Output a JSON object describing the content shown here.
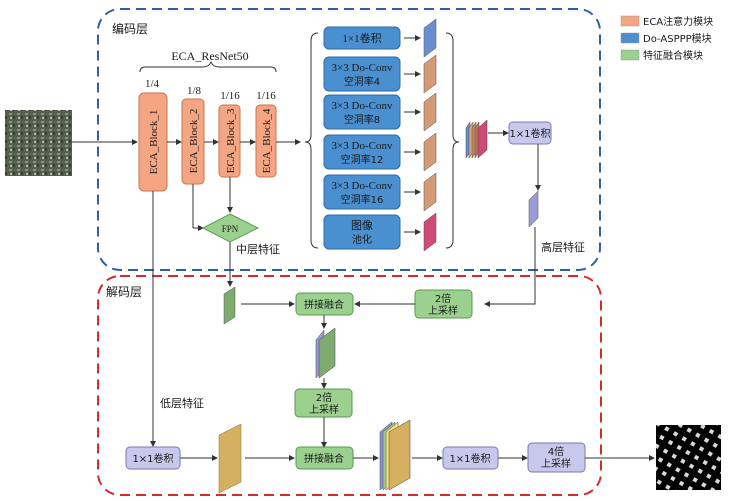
{
  "encoder": {
    "title": "编码层",
    "backbone_label": "ECA_ResNet50",
    "blocks": [
      {
        "label": "ECA_Block_1",
        "scale": "1/4"
      },
      {
        "label": "ECA_Block_2",
        "scale": "1/8"
      },
      {
        "label": "ECA_Block_3",
        "scale": "1/16"
      },
      {
        "label": "ECA_Block_4",
        "scale": "1/16"
      }
    ],
    "fpn_label": "FPN",
    "mid_feature_label": "中层特征",
    "high_feature_label": "高层特征",
    "aspp": [
      {
        "line1": "1×1卷积",
        "line2": ""
      },
      {
        "line1": "3×3 Do-Conv",
        "line2": "空洞率4"
      },
      {
        "line1": "3×3 Do-Conv",
        "line2": "空洞率8"
      },
      {
        "line1": "3×3 Do-Conv",
        "line2": "空洞率12"
      },
      {
        "line1": "3×3 Do-Conv",
        "line2": "空洞率16"
      },
      {
        "line1": "图像",
        "line2": "池化"
      }
    ],
    "conv1x1_label": "1×1卷积"
  },
  "decoder": {
    "title": "解码层",
    "low_feature_label": "低层特征",
    "up2_top": {
      "line1": "2倍",
      "line2": "上采样"
    },
    "concat_top": "拼接融合",
    "up2_mid": {
      "line1": "2倍",
      "line2": "上采样"
    },
    "concat_bottom": "拼接融合",
    "conv_low": "1×1卷积",
    "conv_final": "1×1卷积",
    "up4": {
      "line1": "4倍",
      "line2": "上采样"
    }
  },
  "legend": [
    {
      "label": "ECA注意力模块",
      "color": "#f4a582"
    },
    {
      "label": "Do-ASPPP模块",
      "color": "#4a90d0"
    },
    {
      "label": "特征融合模块",
      "color": "#9bd08e"
    }
  ],
  "colors": {
    "eca": "#f4a582",
    "aspp": "#4a90d0",
    "fusion": "#9bd08e",
    "conv": "#c7c8ec",
    "encoder_border": "#2f5fa8",
    "decoder_border": "#d62a2a"
  }
}
